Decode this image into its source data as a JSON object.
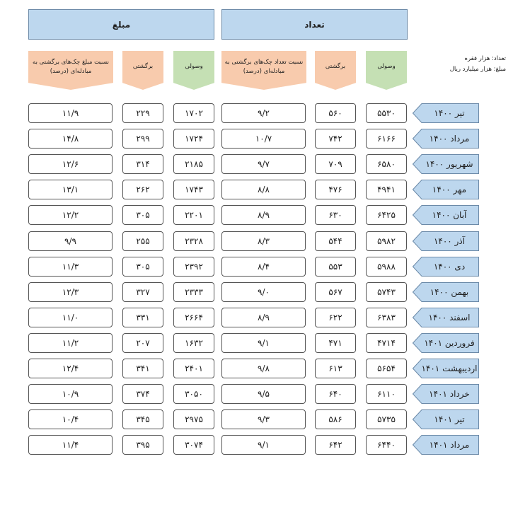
{
  "groups": {
    "amount": "مبلغ",
    "count": "تعداد"
  },
  "columns": {
    "amount_ratio": "نسبت مبلغ چک‌های برگشتی به مبادله‌ای (درصد)",
    "amount_returned": "برگشتی",
    "amount_cleared": "وصولی",
    "count_ratio": "نسبت تعداد چک‌های برگشتی به مبادله‌ای (درصد)",
    "count_returned": "برگشتی",
    "count_cleared": "وصولی"
  },
  "legend": {
    "count_unit": "تعداد: هزار فقره",
    "amount_unit": "مبلغ: هزار میلیارد ریال"
  },
  "rows": [
    {
      "month": "تیر ۱۴۰۰",
      "count_cleared": "۵۵۳۰",
      "count_returned": "۵۶۰",
      "count_ratio": "۹/۲",
      "amount_cleared": "۱۷۰۲",
      "amount_returned": "۲۲۹",
      "amount_ratio": "۱۱/۹"
    },
    {
      "month": "مرداد ۱۴۰۰",
      "count_cleared": "۶۱۶۶",
      "count_returned": "۷۴۲",
      "count_ratio": "۱۰/۷",
      "amount_cleared": "۱۷۲۴",
      "amount_returned": "۲۹۹",
      "amount_ratio": "۱۴/۸"
    },
    {
      "month": "شهریور ۱۴۰۰",
      "count_cleared": "۶۵۸۰",
      "count_returned": "۷۰۹",
      "count_ratio": "۹/۷",
      "amount_cleared": "۲۱۸۵",
      "amount_returned": "۳۱۴",
      "amount_ratio": "۱۲/۶"
    },
    {
      "month": "مهر ۱۴۰۰",
      "count_cleared": "۴۹۴۱",
      "count_returned": "۴۷۶",
      "count_ratio": "۸/۸",
      "amount_cleared": "۱۷۴۳",
      "amount_returned": "۲۶۲",
      "amount_ratio": "۱۳/۱"
    },
    {
      "month": "آبان ۱۴۰۰",
      "count_cleared": "۶۴۲۵",
      "count_returned": "۶۳۰",
      "count_ratio": "۸/۹",
      "amount_cleared": "۲۲۰۱",
      "amount_returned": "۳۰۵",
      "amount_ratio": "۱۲/۲"
    },
    {
      "month": "آذر ۱۴۰۰",
      "count_cleared": "۵۹۸۲",
      "count_returned": "۵۴۴",
      "count_ratio": "۸/۳",
      "amount_cleared": "۲۳۲۸",
      "amount_returned": "۲۵۵",
      "amount_ratio": "۹/۹"
    },
    {
      "month": "دی ۱۴۰۰",
      "count_cleared": "۵۹۸۸",
      "count_returned": "۵۵۳",
      "count_ratio": "۸/۴",
      "amount_cleared": "۲۳۹۲",
      "amount_returned": "۳۰۵",
      "amount_ratio": "۱۱/۳"
    },
    {
      "month": "بهمن ۱۴۰۰",
      "count_cleared": "۵۷۴۳",
      "count_returned": "۵۶۷",
      "count_ratio": "۹/۰",
      "amount_cleared": "۲۳۳۳",
      "amount_returned": "۳۲۷",
      "amount_ratio": "۱۲/۳"
    },
    {
      "month": "اسفند ۱۴۰۰",
      "count_cleared": "۶۳۸۳",
      "count_returned": "۶۲۲",
      "count_ratio": "۸/۹",
      "amount_cleared": "۲۶۶۴",
      "amount_returned": "۳۳۱",
      "amount_ratio": "۱۱/۰"
    },
    {
      "month": "فروردین ۱۴۰۱",
      "count_cleared": "۴۷۱۴",
      "count_returned": "۴۷۱",
      "count_ratio": "۹/۱",
      "amount_cleared": "۱۶۳۲",
      "amount_returned": "۲۰۷",
      "amount_ratio": "۱۱/۲"
    },
    {
      "month": "اردیبهشت ۱۴۰۱",
      "count_cleared": "۵۶۵۴",
      "count_returned": "۶۱۳",
      "count_ratio": "۹/۸",
      "amount_cleared": "۲۴۰۱",
      "amount_returned": "۳۴۱",
      "amount_ratio": "۱۲/۴"
    },
    {
      "month": "خرداد ۱۴۰۱",
      "count_cleared": "۶۱۱۰",
      "count_returned": "۶۴۰",
      "count_ratio": "۹/۵",
      "amount_cleared": "۳۰۵۰",
      "amount_returned": "۳۷۴",
      "amount_ratio": "۱۰/۹"
    },
    {
      "month": "تیر ۱۴۰۱",
      "count_cleared": "۵۷۳۵",
      "count_returned": "۵۸۶",
      "count_ratio": "۹/۳",
      "amount_cleared": "۲۹۷۵",
      "amount_returned": "۳۴۵",
      "amount_ratio": "۱۰/۴"
    },
    {
      "month": "مرداد ۱۴۰۱",
      "count_cleared": "۶۴۴۰",
      "count_returned": "۶۴۲",
      "count_ratio": "۹/۱",
      "amount_cleared": "۳۰۷۴",
      "amount_returned": "۳۹۵",
      "amount_ratio": "۱۱/۴"
    }
  ]
}
